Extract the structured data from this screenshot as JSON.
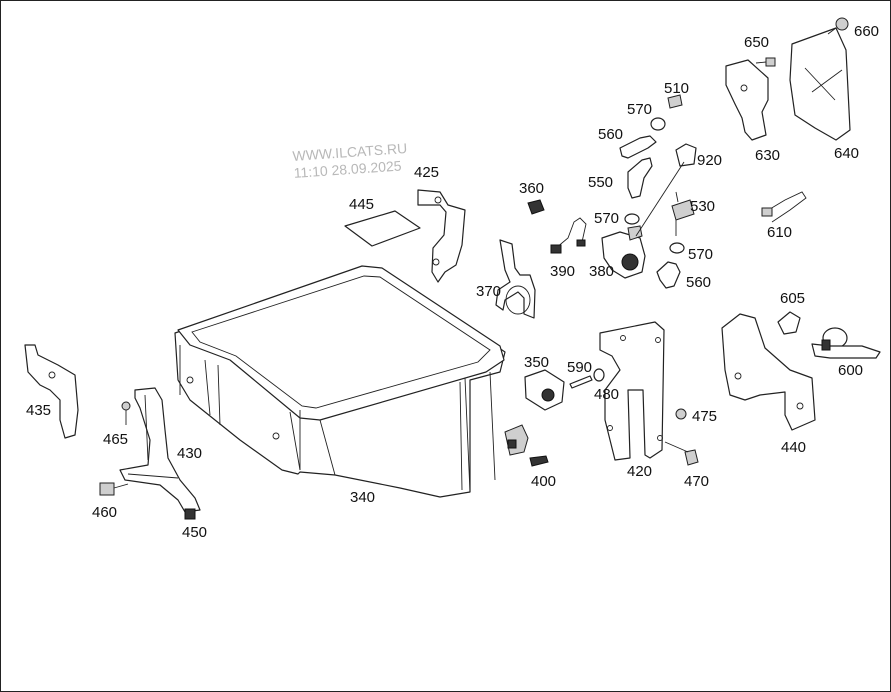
{
  "watermark": {
    "line1": "WWW.ILCATS.RU",
    "line2": "11:10 28.09.2025"
  },
  "labels": {
    "p340": "340",
    "p350": "350",
    "p360": "360",
    "p370": "370",
    "p380": "380",
    "p390": "390",
    "p400": "400",
    "p420": "420",
    "p425": "425",
    "p430": "430",
    "p435": "435",
    "p440": "440",
    "p445": "445",
    "p450": "450",
    "p460": "460",
    "p465": "465",
    "p470": "470",
    "p475": "475",
    "p480": "480",
    "p510": "510",
    "p530": "530",
    "p550": "550",
    "p560a": "560",
    "p560b": "560",
    "p570a": "570",
    "p570b": "570",
    "p570c": "570",
    "p590": "590",
    "p600": "600",
    "p605": "605",
    "p610": "610",
    "p630": "630",
    "p640": "640",
    "p650": "650",
    "p660": "660",
    "p920": "920"
  }
}
